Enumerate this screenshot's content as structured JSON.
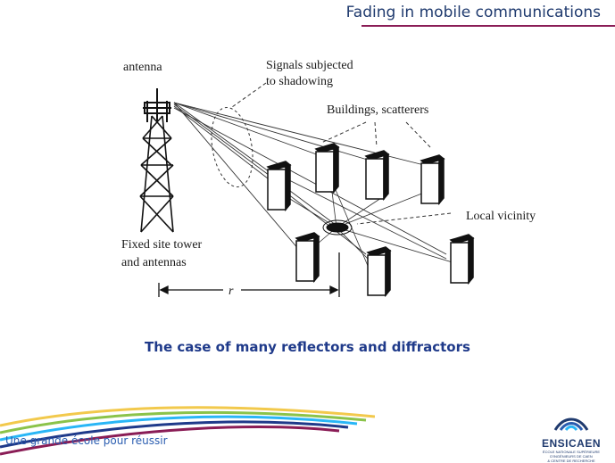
{
  "header": {
    "title": "Fading in mobile communications"
  },
  "diagram": {
    "labels": {
      "antenna": "antenna",
      "shadowing_line1": "Signals subjected",
      "shadowing_line2": "to shadowing",
      "buildings": "Buildings, scatterers",
      "vicinity": "Local vicinity",
      "tower_line1": "Fixed site tower",
      "tower_line2": "and antennas",
      "distance": "r"
    }
  },
  "caption": "The case of many reflectors and diffractors",
  "footer": {
    "tagline": "Une grande école pour réussir",
    "logo_text": "ENSICAEN",
    "logo_subtext_1": "ÉCOLE NATIONALE SUPÉRIEURE D'INGÉNIEURS DE CAEN",
    "logo_subtext_2": "& CENTRE DE RECHERCHE",
    "colors": {
      "brand_blue": "#1f3a6e",
      "accent_purple": "#8a1d56",
      "caption_blue": "#1f3a8a"
    }
  }
}
